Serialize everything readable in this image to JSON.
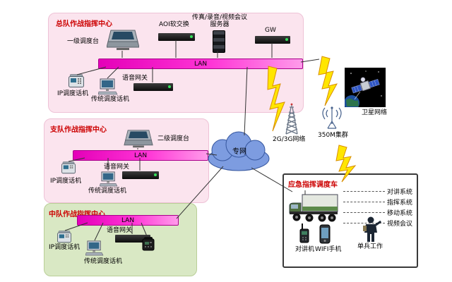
{
  "hq": {
    "title": "总队作战指挥中心",
    "console": "一级调度台",
    "softswitch": "AOI软交换",
    "server_line1": "传真/录音/视频会议",
    "server_line2": "服务器",
    "gw": "GW",
    "lan": "LAN",
    "voice_gw": "语音网关",
    "ip_phone": "IP调度话机",
    "trad_phone": "传统调度话机"
  },
  "detachment": {
    "title": "支队作战指挥中心",
    "console": "二级调度台",
    "lan": "LAN",
    "voice_gw": "语音网关",
    "ip_phone": "IP调度话机",
    "trad_phone": "传统调度话机"
  },
  "squadron": {
    "title": "中队作战指挥中心",
    "lan": "LAN",
    "voice_gw": "语音网关",
    "ip_phone": "IP调度话机",
    "trad_phone": "传统调度话机"
  },
  "cloud": {
    "label": "专网"
  },
  "wireless": {
    "cellular": "2G/3G网络",
    "trunking": "350M集群",
    "satellite": "卫星网络"
  },
  "vehicle": {
    "title": "应急指挥调度车",
    "systems": [
      "对讲系统",
      "指挥系统",
      "移动系统",
      "视频会议"
    ],
    "devices": [
      "对讲机",
      "WIFI手机",
      "单兵工作"
    ]
  },
  "colors": {
    "lan_bar": "#ff00cc",
    "pink_panel": "#fbe4ee",
    "green_panel": "#d9e8c4",
    "title_red": "#cc0000",
    "cloud_blue": "#7d9ce0",
    "lightning_yellow": "#ffe600"
  }
}
